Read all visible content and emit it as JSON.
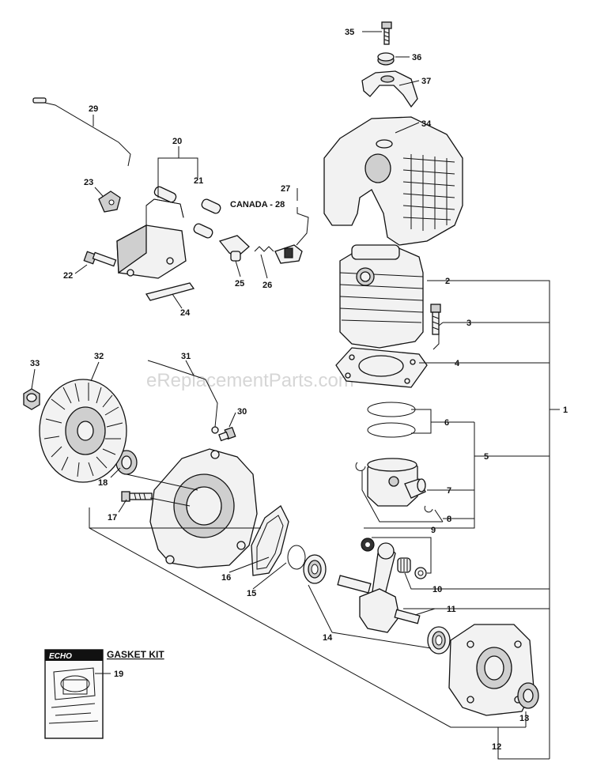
{
  "watermark": "eReplacementParts.com",
  "canada_label": "CANADA - 28",
  "kit": {
    "logo": "ECHO",
    "title": "GASKET KIT"
  },
  "callouts": {
    "c1": "1",
    "c2": "2",
    "c3": "3",
    "c4": "4",
    "c5": "5",
    "c6": "6",
    "c7": "7",
    "c8": "8",
    "c9": "9",
    "c10": "10",
    "c11": "11",
    "c12": "12",
    "c13": "13",
    "c14": "14",
    "c15": "15",
    "c16": "16",
    "c17": "17",
    "c18": "18",
    "c19": "19",
    "c20": "20",
    "c21": "21",
    "c22": "22",
    "c23": "23",
    "c24": "24",
    "c25": "25",
    "c26": "26",
    "c27": "27",
    "c29": "29",
    "c30": "30",
    "c31": "31",
    "c32": "32",
    "c33": "33",
    "c34": "34",
    "c35": "35",
    "c36": "36",
    "c37": "37"
  }
}
